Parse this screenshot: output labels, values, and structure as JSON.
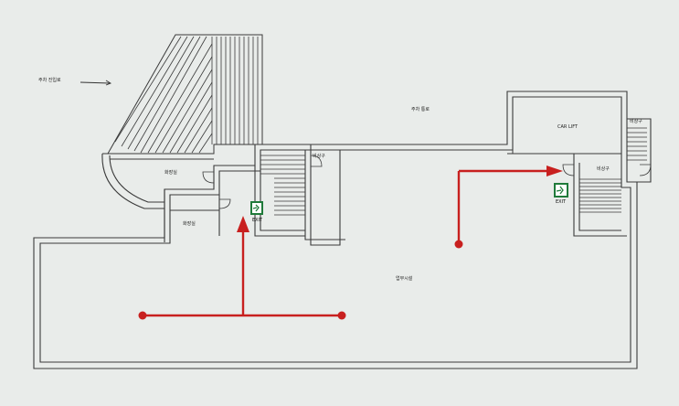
{
  "labels": {
    "parking_entrance": "주차 진입로",
    "parking_passage": "주차 통로",
    "car_lift": "CAR LIFT",
    "emergency_exit_1": "비상구",
    "emergency_exit_2": "비상구",
    "emergency_exit_3": "비상구",
    "restroom_1": "화장실",
    "restroom_2": "화장실",
    "office": "업무시설",
    "exit_sign_1": "EXIT",
    "exit_sign_2": "EXIT"
  },
  "colors": {
    "background": "#e9ecea",
    "wall": "#3a3a3a",
    "route": "#c8201f",
    "exit_green": "#1f7a3a"
  },
  "icons": [
    "exit-sign-icon",
    "arrow-right-icon",
    "running-man-icon"
  ]
}
